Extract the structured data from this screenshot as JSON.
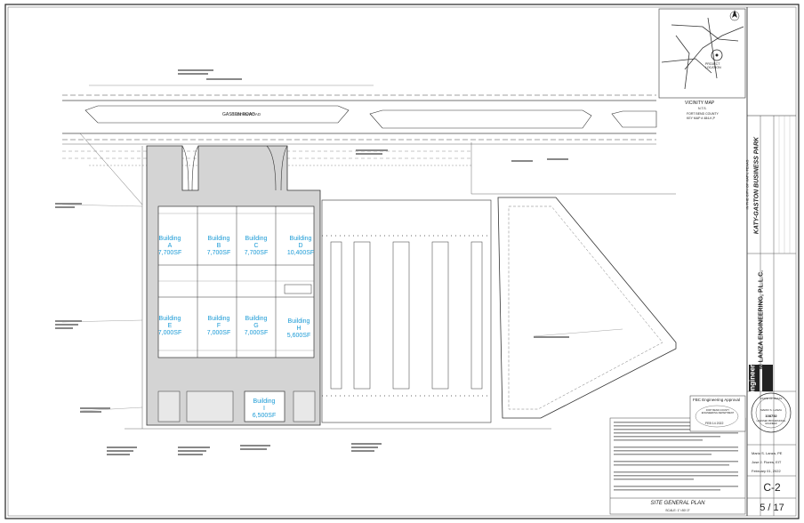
{
  "road": {
    "name": "GASTON ROAD"
  },
  "buildings": [
    {
      "id": "building-a",
      "name": "Building",
      "letter": "A",
      "area": "7,700SF"
    },
    {
      "id": "building-b",
      "name": "Building",
      "letter": "B",
      "area": "7,700SF"
    },
    {
      "id": "building-c",
      "name": "Building",
      "letter": "C",
      "area": "7,700SF"
    },
    {
      "id": "building-d",
      "name": "Building",
      "letter": "D",
      "area": "10,400SF"
    },
    {
      "id": "building-e",
      "name": "Building",
      "letter": "E",
      "area": "7,000SF"
    },
    {
      "id": "building-f",
      "name": "Building",
      "letter": "F",
      "area": "7,000SF"
    },
    {
      "id": "building-g",
      "name": "Building",
      "letter": "G",
      "area": "7,000SF"
    },
    {
      "id": "building-h",
      "name": "Building",
      "letter": "H",
      "area": "5,600SF"
    },
    {
      "id": "building-i",
      "name": "Building",
      "letter": "I",
      "area": "6,500SF"
    }
  ],
  "vicinity": {
    "title": "VICINITY MAP",
    "scale": "N.T.S.",
    "county": "FORT BEND COUNTY",
    "keymap": "KEY MAP # 484-K,P",
    "project": "PROJECT LOCATION"
  },
  "project": {
    "name": "KATY-GASTON BUSINESS PARK",
    "city": "IN THE CITY OF KATY, TEXAS"
  },
  "firm": {
    "name": "M LANZA ENGINEERING, P.L.L.C.",
    "brand": "engineering"
  },
  "approval": {
    "title": "FBC Engineering Approval",
    "stamp": "FORT BEND COUNTY ENGINEERING DEPARTMENT",
    "date": "FEB 14 2022"
  },
  "seal": {
    "state": "STATE OF TEXAS",
    "engineer": "MARIO S. LANZA",
    "number": "108752",
    "role": "LICENSED PROFESSIONAL ENGINEER"
  },
  "titleblock": {
    "sheet_title": "SITE GENERAL PLAN",
    "scale": "SCALE: 1\"=50'-0\"",
    "designed_by": "Mario S. Lanza, PE",
    "checked_by": "Jose J. Flores, EIT",
    "date": "February 01, 2022",
    "sheet_id": "C-2",
    "sheet_no": "5 / 17"
  }
}
